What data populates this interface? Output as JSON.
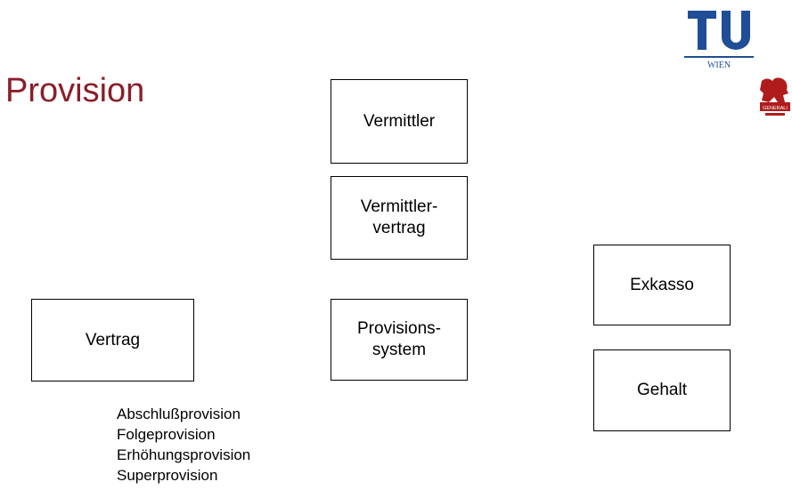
{
  "slide": {
    "title": "Provision"
  },
  "boxes": {
    "vermittler": "Vermittler",
    "vermittlervertrag": "Vermittler-\nvertrag",
    "vertrag": "Vertrag",
    "provisionssystem": "Provisions-\nsystem",
    "exkasso": "Exkasso",
    "gehalt": "Gehalt"
  },
  "provision_types": [
    "Abschlußprovision",
    "Folgeprovision",
    "Erhöhungsprovision",
    "Superprovision"
  ],
  "logos": {
    "tu_text": "TU",
    "tu_subtext": "WIEN",
    "tu_color": "#1f4e96",
    "generali_text": "GENERALI",
    "generali_color": "#b01c1c"
  }
}
